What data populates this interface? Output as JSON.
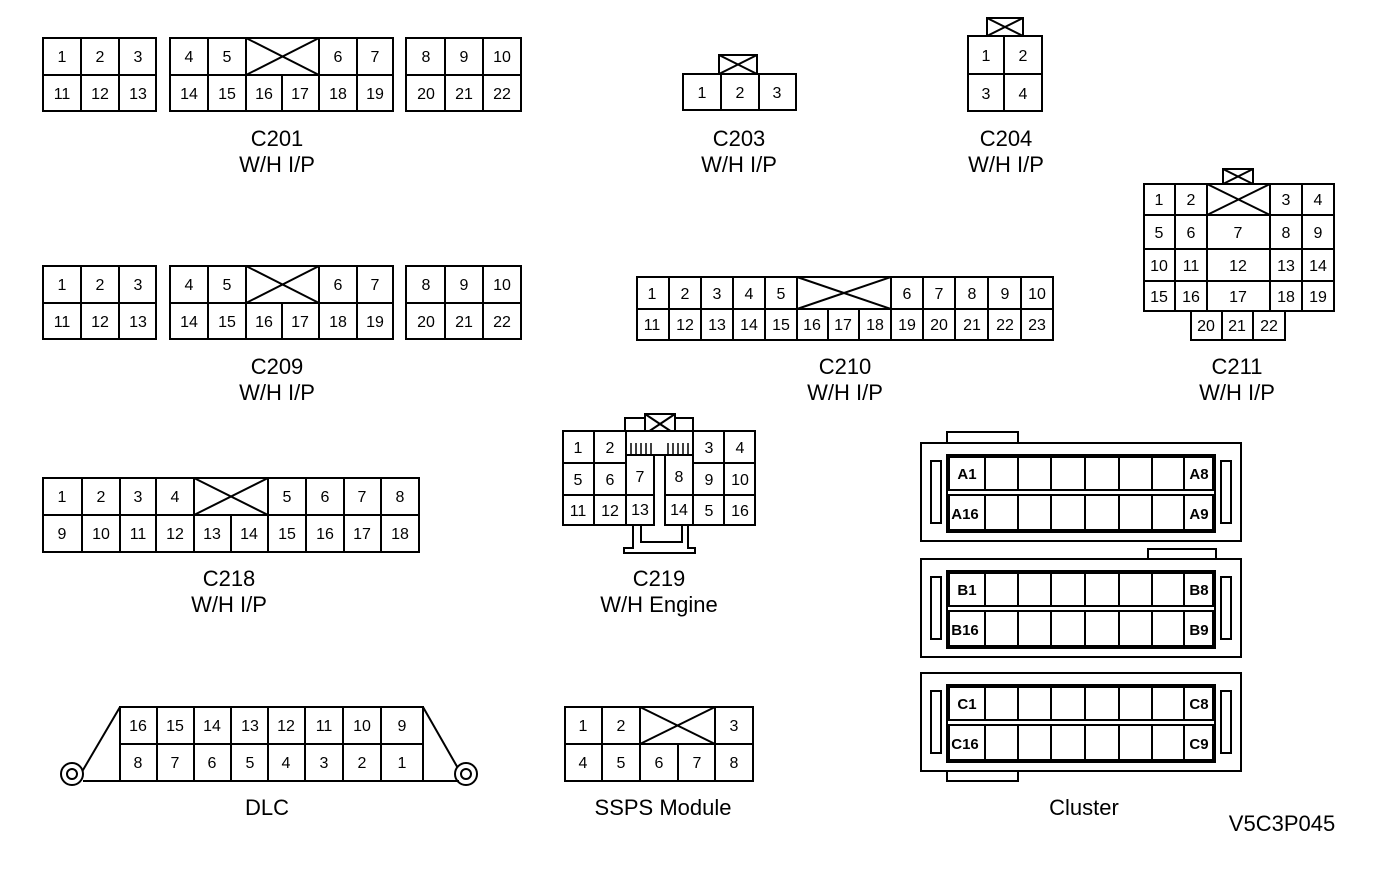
{
  "connectors": {
    "c201": {
      "name": "C201",
      "desc": "W/H I/P",
      "top": [
        "1",
        "2",
        "3",
        "4",
        "5",
        "6",
        "7",
        "8",
        "9",
        "10"
      ],
      "bottom": [
        "11",
        "12",
        "13",
        "14",
        "15",
        "16",
        "17",
        "18",
        "19",
        "20",
        "21",
        "22"
      ]
    },
    "c203": {
      "name": "C203",
      "desc": "W/H I/P",
      "pins": [
        "1",
        "2",
        "3"
      ]
    },
    "c204": {
      "name": "C204",
      "desc": "W/H I/P",
      "pins": [
        "1",
        "2",
        "3",
        "4"
      ]
    },
    "c209": {
      "name": "C209",
      "desc": "W/H I/P",
      "top": [
        "1",
        "2",
        "3",
        "4",
        "5",
        "6",
        "7",
        "8",
        "9",
        "10"
      ],
      "bottom": [
        "11",
        "12",
        "13",
        "14",
        "15",
        "16",
        "17",
        "18",
        "19",
        "20",
        "21",
        "22"
      ]
    },
    "c210": {
      "name": "C210",
      "desc": "W/H I/P",
      "top": [
        "1",
        "2",
        "3",
        "4",
        "5",
        "6",
        "7",
        "8",
        "9",
        "10"
      ],
      "bottom": [
        "11",
        "12",
        "13",
        "14",
        "15",
        "16",
        "17",
        "18",
        "19",
        "20",
        "21",
        "22",
        "23"
      ]
    },
    "c211": {
      "name": "C211",
      "desc": "W/H I/P",
      "pins": [
        "1",
        "2",
        "3",
        "4",
        "5",
        "6",
        "7",
        "8",
        "9",
        "10",
        "11",
        "12",
        "13",
        "14",
        "15",
        "16",
        "17",
        "18",
        "19",
        "20",
        "21",
        "22"
      ]
    },
    "c218": {
      "name": "C218",
      "desc": "W/H I/P",
      "top": [
        "1",
        "2",
        "3",
        "4",
        "5",
        "6",
        "7",
        "8"
      ],
      "bottom": [
        "9",
        "10",
        "11",
        "12",
        "13",
        "14",
        "15",
        "16",
        "17",
        "18"
      ]
    },
    "c219": {
      "name": "C219",
      "desc": "W/H Engine",
      "pins": [
        "1",
        "2",
        "3",
        "4",
        "5",
        "6",
        "7",
        "8",
        "9",
        "10",
        "11",
        "12",
        "13",
        "14",
        "5",
        "16"
      ]
    },
    "dlc": {
      "name": "DLC",
      "top": [
        "16",
        "15",
        "14",
        "13",
        "12",
        "11",
        "10",
        "9"
      ],
      "bottom": [
        "8",
        "7",
        "6",
        "5",
        "4",
        "3",
        "2",
        "1"
      ]
    },
    "ssps": {
      "name": "SSPS Module",
      "top": [
        "1",
        "2",
        "3"
      ],
      "bottom": [
        "4",
        "5",
        "6",
        "7",
        "8"
      ]
    },
    "cluster": {
      "name": "Cluster",
      "rows": [
        {
          "left": "A1",
          "right": "A8"
        },
        {
          "left": "A16",
          "right": "A9"
        },
        {
          "left": "B1",
          "right": "B8"
        },
        {
          "left": "B16",
          "right": "B9"
        },
        {
          "left": "C1",
          "right": "C8"
        },
        {
          "left": "C16",
          "right": "C9"
        }
      ]
    }
  },
  "figure_id": "V5C3P045"
}
